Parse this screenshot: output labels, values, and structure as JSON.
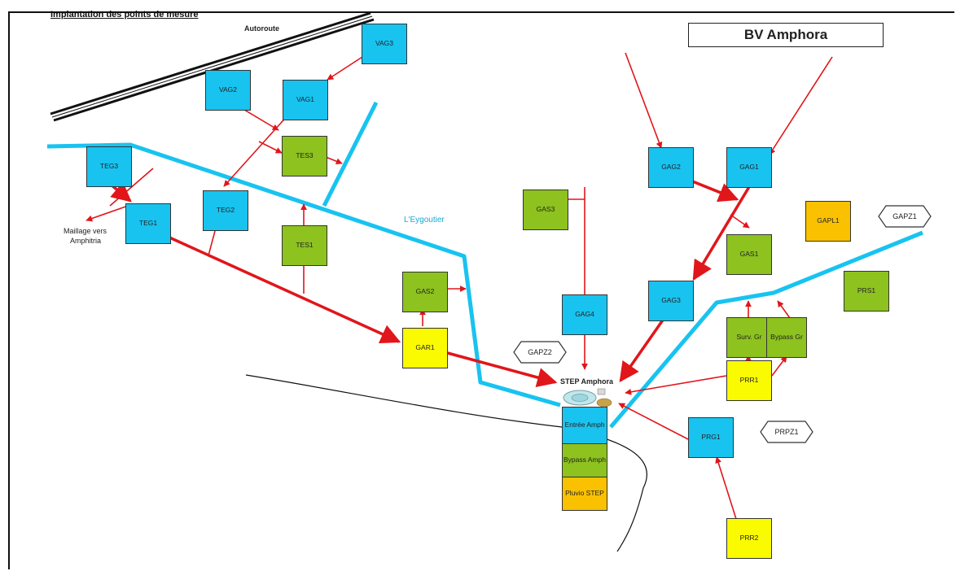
{
  "header": {
    "heading": "Implantation des points de mesure",
    "title": "BV Amphora"
  },
  "labels": {
    "autoroute": "Autoroute",
    "river": "L'Eygoutier",
    "maillage_line1": "Maillage vers",
    "maillage_line2": "Amphitria",
    "step": "STEP Amphora"
  },
  "nodes": {
    "vag3": "VAG3",
    "vag2": "VAG2",
    "vag1": "VAG1",
    "tes3": "TES3",
    "teg3": "TEG3",
    "teg1": "TEG1",
    "teg2": "TEG2",
    "tes1": "TES1",
    "gas2": "GAS2",
    "gar1": "GAR1",
    "gas3": "GAS3",
    "gag4": "GAG4",
    "gag2": "GAG2",
    "gag1": "GAG1",
    "gapl1": "GAPL1",
    "gas1": "GAS1",
    "gag3": "GAG3",
    "prs1": "PRS1",
    "surv_gr": "Surv. Gr",
    "bypass_gr": "Bypass Gr",
    "prr1": "PRR1",
    "prg1": "PRG1",
    "prr2": "PRR2",
    "entree_amph": "Entrée Amph",
    "bypass_amph": "Bypass Amph",
    "pluvio_step": "Pluvio STEP"
  },
  "hex_nodes": {
    "gapz1": "GAPZ1",
    "gapz2": "GAPZ2",
    "prpz1": "PRPZ1"
  },
  "colors": {
    "collector": "#18c3f0",
    "monitored": "#8dc21f",
    "overflow": "#fafa00",
    "rain_gauge": "#f9c100",
    "flow_arrow": "#e0161b",
    "river": "#18c3f0"
  }
}
